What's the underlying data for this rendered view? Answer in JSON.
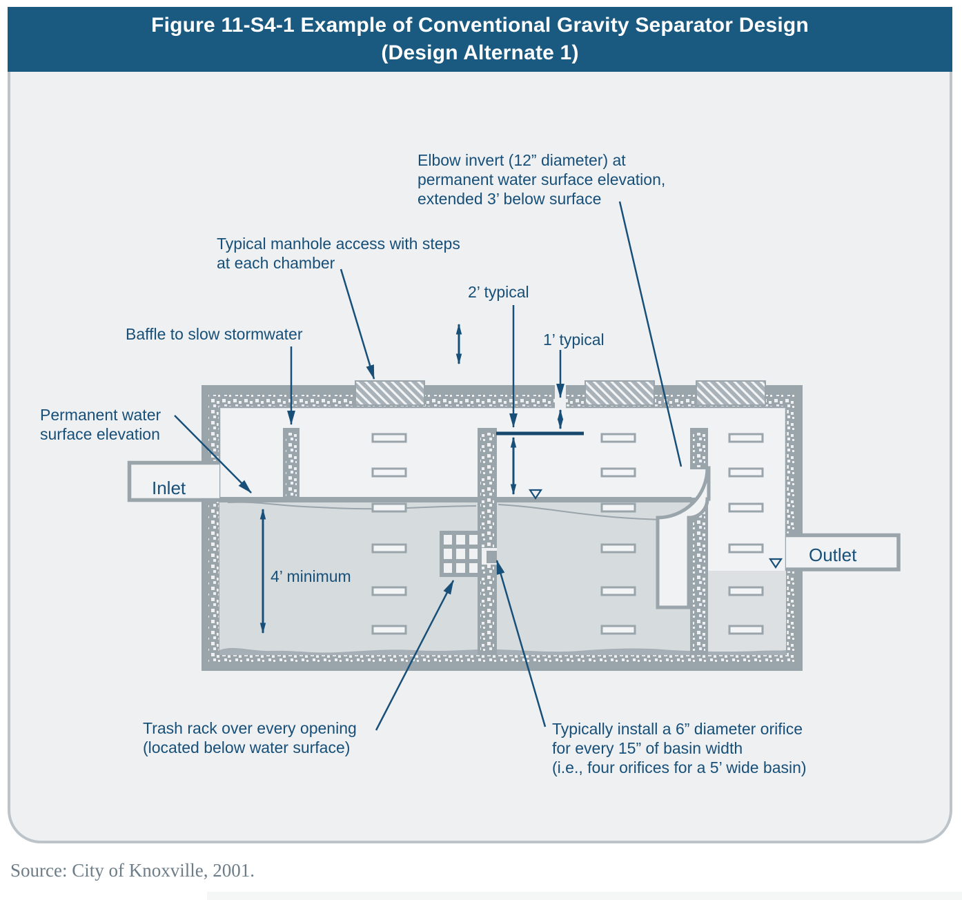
{
  "header": {
    "title_line1": "Figure 11-S4-1 Example of Conventional Gravity Separator Design",
    "title_line2": "(Design Alternate 1)"
  },
  "labels": {
    "elbow1": "Elbow invert (12” diameter) at",
    "elbow2": "permanent water surface elevation,",
    "elbow3": "extended 3’ below surface",
    "manhole1": "Typical manhole access with steps",
    "manhole2": "at each chamber",
    "dim2ft": "2’ typical",
    "dim1ft": "1’ typical",
    "baffle": "Baffle to slow stormwater",
    "pws1": "Permanent water",
    "pws2": "surface elevation",
    "inlet": "Inlet",
    "dim4ft": "4’ minimum",
    "outlet": "Outlet",
    "trash1": "Trash rack over every opening",
    "trash2": "(located below water surface)",
    "orifice1": "Typically install a 6” diameter orifice",
    "orifice2": "for every 15” of basin width",
    "orifice3": "(i.e., four orifices for a 5’ wide basin)"
  },
  "source": "Source: City of Knoxville, 2001.",
  "colors": {
    "header_bg": "#1b5a80",
    "label_text": "#174f78",
    "structure_gray": "#9aa4ab",
    "water": "#d6dbde",
    "lower_chamber_water": "#dde0e3",
    "sediment": "#a6afb5",
    "panel_bg": "#eef0f2",
    "panel_border": "#bcc4c9",
    "source_text": "#6d7d88"
  }
}
